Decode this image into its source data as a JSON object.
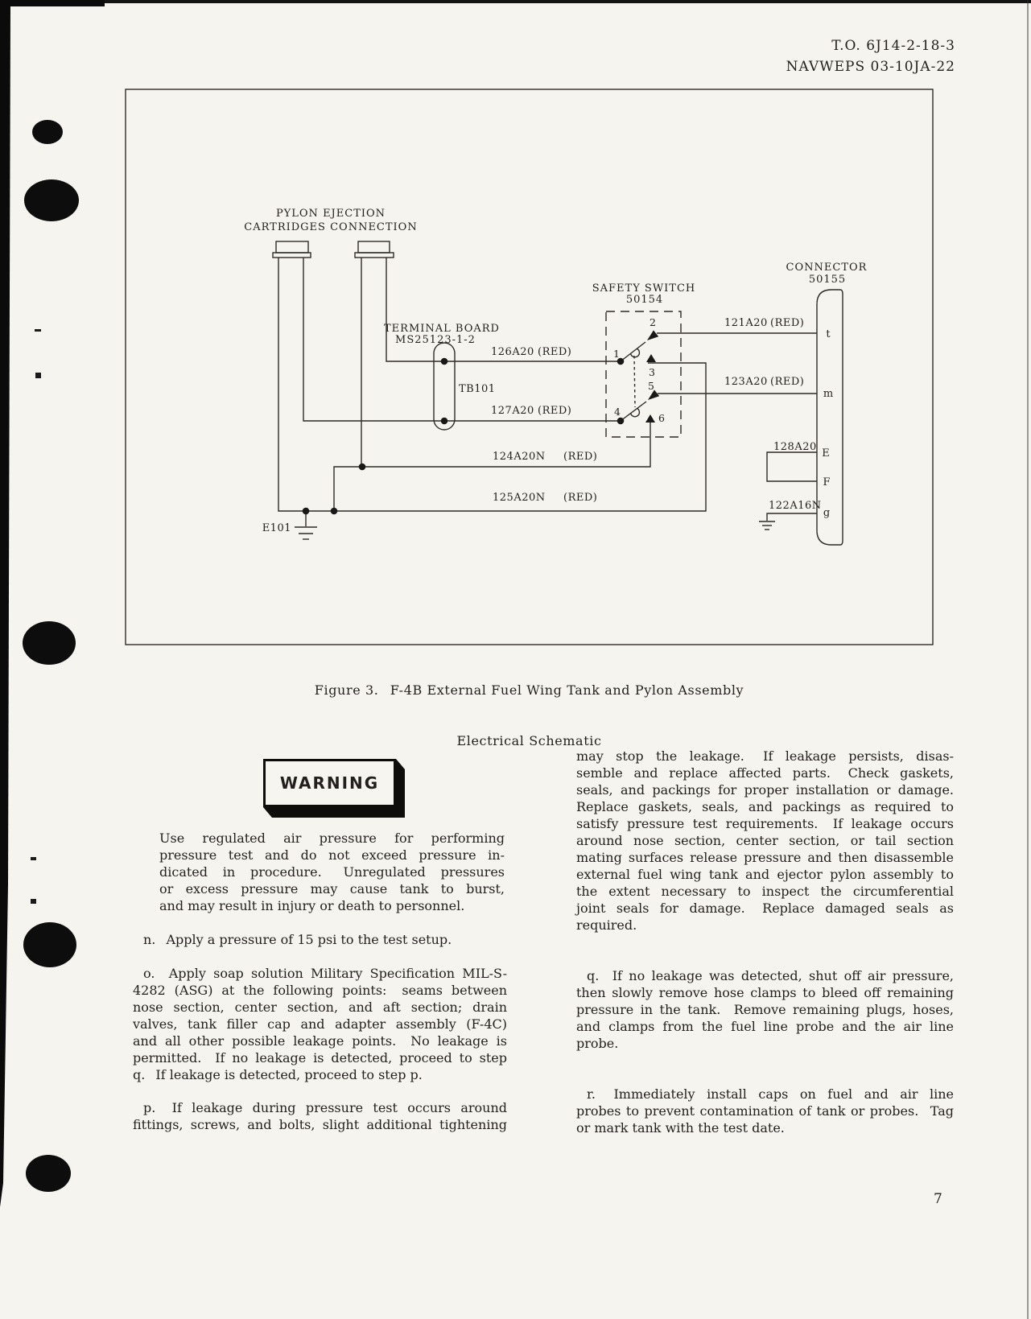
{
  "header": {
    "line1": "T.O. 6J14-2-18-3",
    "line2": "NAVWEPS 03-10JA-22"
  },
  "figure": {
    "caption_line1": "Figure 3.  F-4B External Fuel Wing Tank and Pylon Assembly",
    "caption_line2": "Electrical Schematic",
    "schematic": {
      "pylon_label_1": "PYLON EJECTION",
      "pylon_label_2": "CARTRIDGES CONNECTION",
      "terminal_board_1": "TERMINAL BOARD",
      "terminal_board_2": "MS25123-1-2",
      "tb_ref": "TB101",
      "safety_switch_1": "SAFETY SWITCH",
      "safety_switch_2": "50154",
      "connector_1": "CONNECTOR",
      "connector_2": "50155",
      "ground_ref": "E101",
      "terminals": {
        "t1": "1",
        "t2": "2",
        "t3": "3",
        "t4": "4",
        "t5": "5",
        "t6": "6"
      },
      "pins": {
        "t": "t",
        "m": "m",
        "E": "E",
        "F": "F",
        "g": "g"
      },
      "wires": {
        "w121": "121A20",
        "w123": "123A20",
        "w124": "124A20N",
        "w125": "125A20N",
        "w126": "126A20",
        "w127": "127A20",
        "w128": "128A20",
        "w122": "122A16N",
        "red": "(RED)"
      }
    }
  },
  "warning": {
    "title": "WARNING",
    "lines": [
      "Use regulated air pressure for performing",
      "pressure test and do not exceed pressure in-",
      "dicated in procedure.  Unregulated pressures",
      "or excess pressure may cause tank to burst,",
      "and may result in injury or death to personnel."
    ]
  },
  "left_column": {
    "para_n": {
      "lines": [
        "n.  Apply a pressure of 15 psi to the test setup."
      ]
    },
    "para_o": {
      "lines": [
        "o.  Apply soap solution Military Specification MIL-S-",
        "4282 (ASG) at the following points:  seams between",
        "nose section, center section, and aft section; drain",
        "valves, tank filler cap and adapter assembly (F-4C)",
        "and all other possible leakage points.  No leakage is",
        "permitted.  If no leakage is detected, proceed to step",
        "q.  If leakage is detected, proceed to step p."
      ]
    },
    "para_p": {
      "lines": [
        "p.  If leakage during pressure test occurs around",
        "fittings, screws, and bolts, slight additional tightening"
      ]
    }
  },
  "right_column": {
    "para_p_cont": {
      "lines": [
        "may stop the leakage.  If leakage persists, disas-",
        "semble and replace affected parts.  Check gaskets,",
        "seals, and packings for proper installation or damage.",
        "Replace gaskets, seals, and packings as required to",
        "satisfy pressure test requirements.  If leakage occurs",
        "around nose section, center section, or tail section",
        "mating surfaces release pressure and then disassemble",
        "external fuel wing tank and ejector pylon assembly to",
        "the extent necessary to inspect the circumferential",
        "joint seals for damage.  Replace damaged seals as",
        "required."
      ]
    },
    "para_q": {
      "lines": [
        "q.  If no leakage was detected, shut off air pressure,",
        "then slowly remove hose clamps to bleed off remaining",
        "pressure in the tank.  Remove remaining plugs, hoses,",
        "and clamps from the fuel line probe and the air line",
        "probe."
      ]
    },
    "para_r": {
      "lines": [
        "r.  Immediately install caps on fuel and air line",
        "probes to prevent contamination of tank or probes.  Tag",
        "or mark tank with the test date."
      ]
    }
  },
  "page_number": "7"
}
